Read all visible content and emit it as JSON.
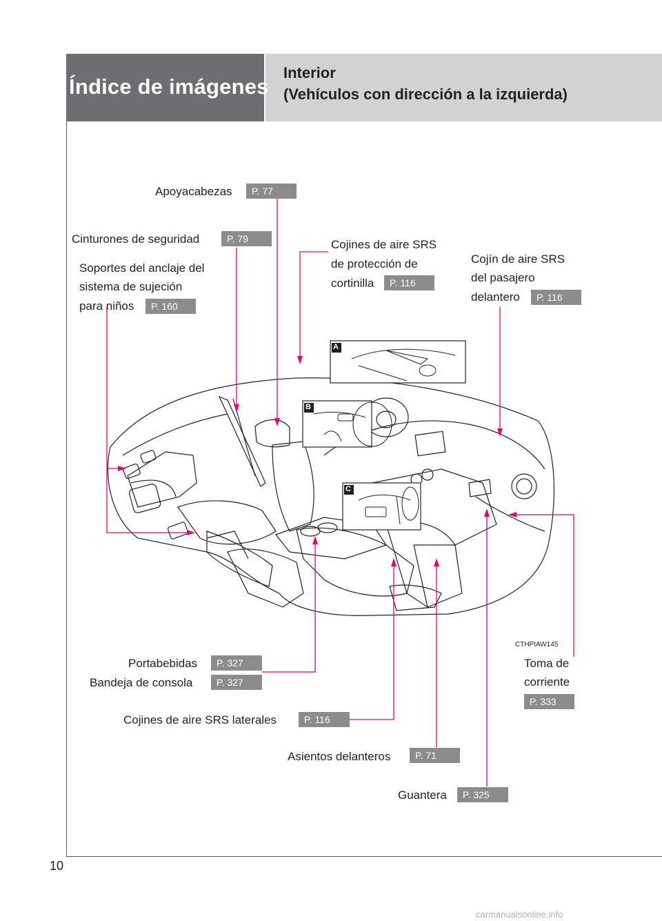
{
  "header": {
    "section": "Índice de imágenes",
    "title_line1": "Interior",
    "title_line2": "(Vehículos con dirección a la izquierda)"
  },
  "labels": {
    "apoyacabezas": "Apoyacabezas",
    "cinturones": "Cinturones de seguridad",
    "soportes_1": "Soportes del anclaje del",
    "soportes_2": "sistema de sujeción",
    "soportes_3": "para niños",
    "cortinilla_1": "Cojines de aire SRS",
    "cortinilla_2": "de protección de",
    "cortinilla_3": "cortinilla",
    "pasajero_1": "Cojín de aire SRS",
    "pasajero_2": "del pasajero",
    "pasajero_3": "delantero",
    "portabebidas": "Portabebidas",
    "bandeja": "Bandeja de consola",
    "laterales": "Cojines de aire SRS laterales",
    "asientos": "Asientos delanteros",
    "guantera": "Guantera",
    "toma_1": "Toma de",
    "toma_2": "corriente"
  },
  "refs": {
    "apoyacabezas": "P. 77",
    "cinturones": "P. 79",
    "soportes": "P. 160",
    "cortinilla": "P. 116",
    "pasajero": "P. 116",
    "portabebidas": "P. 327",
    "bandeja": "P. 327",
    "laterales": "P. 116",
    "asientos": "P. 71",
    "guantera": "P. 325",
    "toma": "P. 333"
  },
  "insets": {
    "a": "A",
    "b": "B",
    "c": "C"
  },
  "figure_code": "CTHPIAW145",
  "page_number": "10",
  "watermark": "carmanualsonline.info",
  "colors": {
    "leader": "#e6007e",
    "header_dark": "#6d6e71",
    "header_light": "#d1d2d4",
    "ref_badge": "#8c8c8c"
  }
}
